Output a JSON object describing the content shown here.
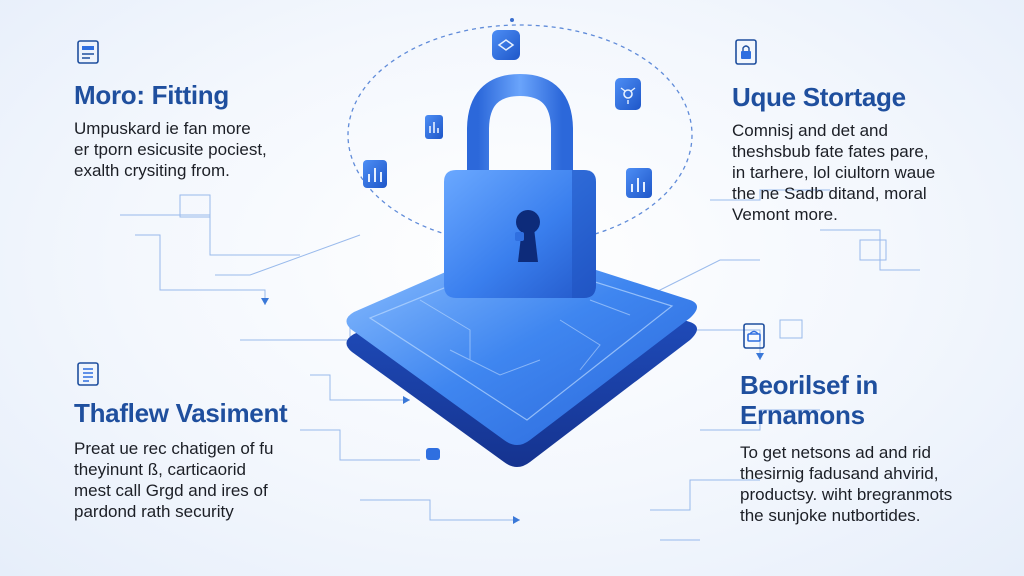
{
  "colors": {
    "title": "#1f4f9e",
    "body": "#1c1f26",
    "accent": "#2f6fe0",
    "line": "#3a78d8"
  },
  "blocks": {
    "top_left": {
      "icon": "document-list-icon",
      "title_lines": [
        "Moro: Fitting"
      ],
      "body_lines": [
        "Umpuskard ie fan more",
        "er tporn esicusite pociest,",
        "exalth crysiting from."
      ]
    },
    "top_right": {
      "icon": "document-lock-icon",
      "title_lines": [
        "Uque Stortage"
      ],
      "body_lines": [
        "Comnisj and det and",
        "theshsbub fate fates pare,",
        "in tarhere, lol ciultorn waue",
        "the ne Sadb ditand, moral",
        "Vemont more."
      ]
    },
    "bottom_left": {
      "icon": "checklist-icon",
      "title_lines": [
        "Thaflew Vasiment"
      ],
      "body_lines": [
        "Preat ue rec chatigen of fu",
        "theyinunt ß, carticaorid",
        "mest call Grgd and ires of",
        "pardond rath security"
      ]
    },
    "bottom_right": {
      "icon": "safe-box-icon",
      "title_lines": [
        "Beorilsef in",
        "Ernamons"
      ],
      "body_lines": [
        "To get netsons ad and rid",
        "thesirnig fadusand ahvirid,",
        "productsy. wiht bregranmots",
        "the sunjoke nutbortides."
      ]
    },
    "orbit_nodes": [
      "bar-chart-icon",
      "data-cube-icon",
      "network-node-icon",
      "signal-icon",
      "chart-icon"
    ]
  }
}
